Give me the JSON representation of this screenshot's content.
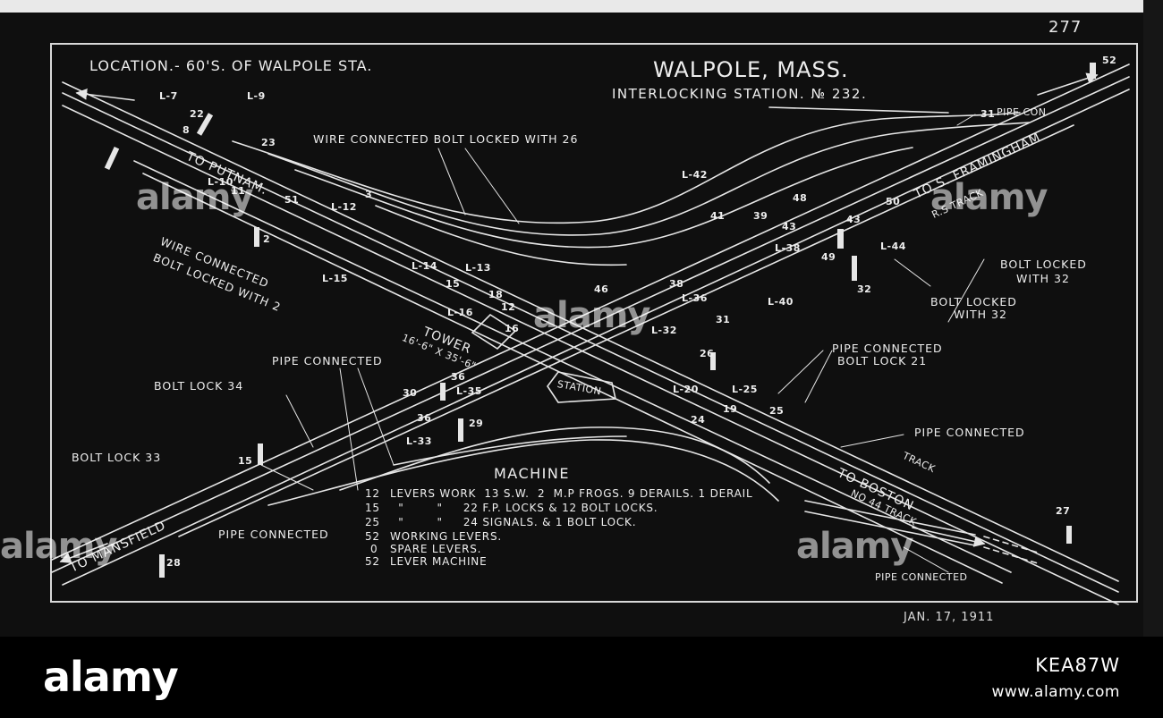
{
  "page_number": "277",
  "header": {
    "location": "LOCATION.- 60'S. OF WALPOLE STA.",
    "title": "WALPOLE, MASS.",
    "subtitle": "INTERLOCKING STATION. № 232."
  },
  "annotations": {
    "wire_connected_top": "WIRE CONNECTED BOLT LOCKED WITH 26",
    "wire_connected_left_1": "WIRE CONNECTED",
    "wire_connected_left_2": "BOLT LOCKED WITH 2",
    "pipe_con": "PIPE CON",
    "pipe_connected_center": "PIPE CONNECTED",
    "bolt_lock_34": "BOLT LOCK 34",
    "bolt_lock_33": "BOLT LOCK 33",
    "pipe_connected_bottom_left": "PIPE CONNECTED",
    "pipe_connected_bolt_lock_21_1": "PIPE CONNECTED",
    "pipe_connected_bolt_lock_21_2": "BOLT LOCK 21",
    "pipe_connected_right": "PIPE CONNECTED",
    "pipe_connected_bottom_right": "PIPE CONNECTED",
    "bolt_locked_32_a_1": "BOLT LOCKED",
    "bolt_locked_32_a_2": "WITH 32",
    "bolt_locked_32_b_1": "BOLT LOCKED",
    "bolt_locked_32_b_2": "WITH 32",
    "tower_1": "TOWER",
    "tower_2": "16'-6\" X 35'-6\"",
    "station": "STATION",
    "to_putnam": "TO PUTNAM.",
    "to_framingham": "TO S. FRAMINGHAM",
    "to_mansfield": "TO MANSFIELD",
    "to_boston": "TO BOSTON",
    "track_word": "TRACK",
    "rs_track": "R.S TRACK",
    "no44_track": "NO 44 TRACK"
  },
  "machine": {
    "title": "MACHINE",
    "rows": [
      {
        "count": "12",
        "text": "LEVERS WORK  13 S.W.  2  M.P FROGS. 9 DERAILS. 1 DERAIL"
      },
      {
        "count": "15",
        "text": "  \"        \"     22 F.P. LOCKS & 12 BOLT LOCKS."
      },
      {
        "count": "25",
        "text": "  \"        \"     24 SIGNALS. & 1 BOLT LOCK."
      },
      {
        "count": "52",
        "text": "WORKING LEVERS."
      },
      {
        "count": "0",
        "text": "SPARE LEVERS."
      },
      {
        "count": "52",
        "text": "LEVER MACHINE"
      }
    ]
  },
  "lever_numbers": {
    "l7": "L-7",
    "l9": "L-9",
    "n22": "22",
    "n8": "8",
    "n23": "23",
    "n51": "51",
    "l10": "L-10",
    "n11": "11",
    "l12": "L-12",
    "n3": "3",
    "n2": "2",
    "l15": "L-15",
    "l14": "L-14",
    "n15": "15",
    "l13": "L-13",
    "n12": "12",
    "n18": "18",
    "l16": "L-16",
    "n16": "16",
    "n46": "46",
    "n30": "30",
    "n36a": "36",
    "l35": "L-35",
    "n36b": "36",
    "l33": "L-33",
    "n29": "29",
    "n15b": "15",
    "n28": "28",
    "l42": "L-42",
    "n41": "41",
    "n39": "39",
    "n48": "48",
    "n43a": "43",
    "n50": "50",
    "l44": "L-44",
    "n43b": "43",
    "l38": "L-38",
    "n49": "49",
    "n32": "32",
    "n38": "38",
    "l36": "L-36",
    "l40": "L-40",
    "n31": "31",
    "l32": "L-32",
    "n26": "26",
    "l20": "L-20",
    "l25": "L-25",
    "n25": "25",
    "n24": "24",
    "n27": "27",
    "n52": "52",
    "n19": "19",
    "n31b": "31"
  },
  "date": "JAN. 17, 1911",
  "watermark": "alamy",
  "footer": {
    "brand": "alamy",
    "image_id": "KEA87W",
    "site": "www.alamy.com"
  }
}
